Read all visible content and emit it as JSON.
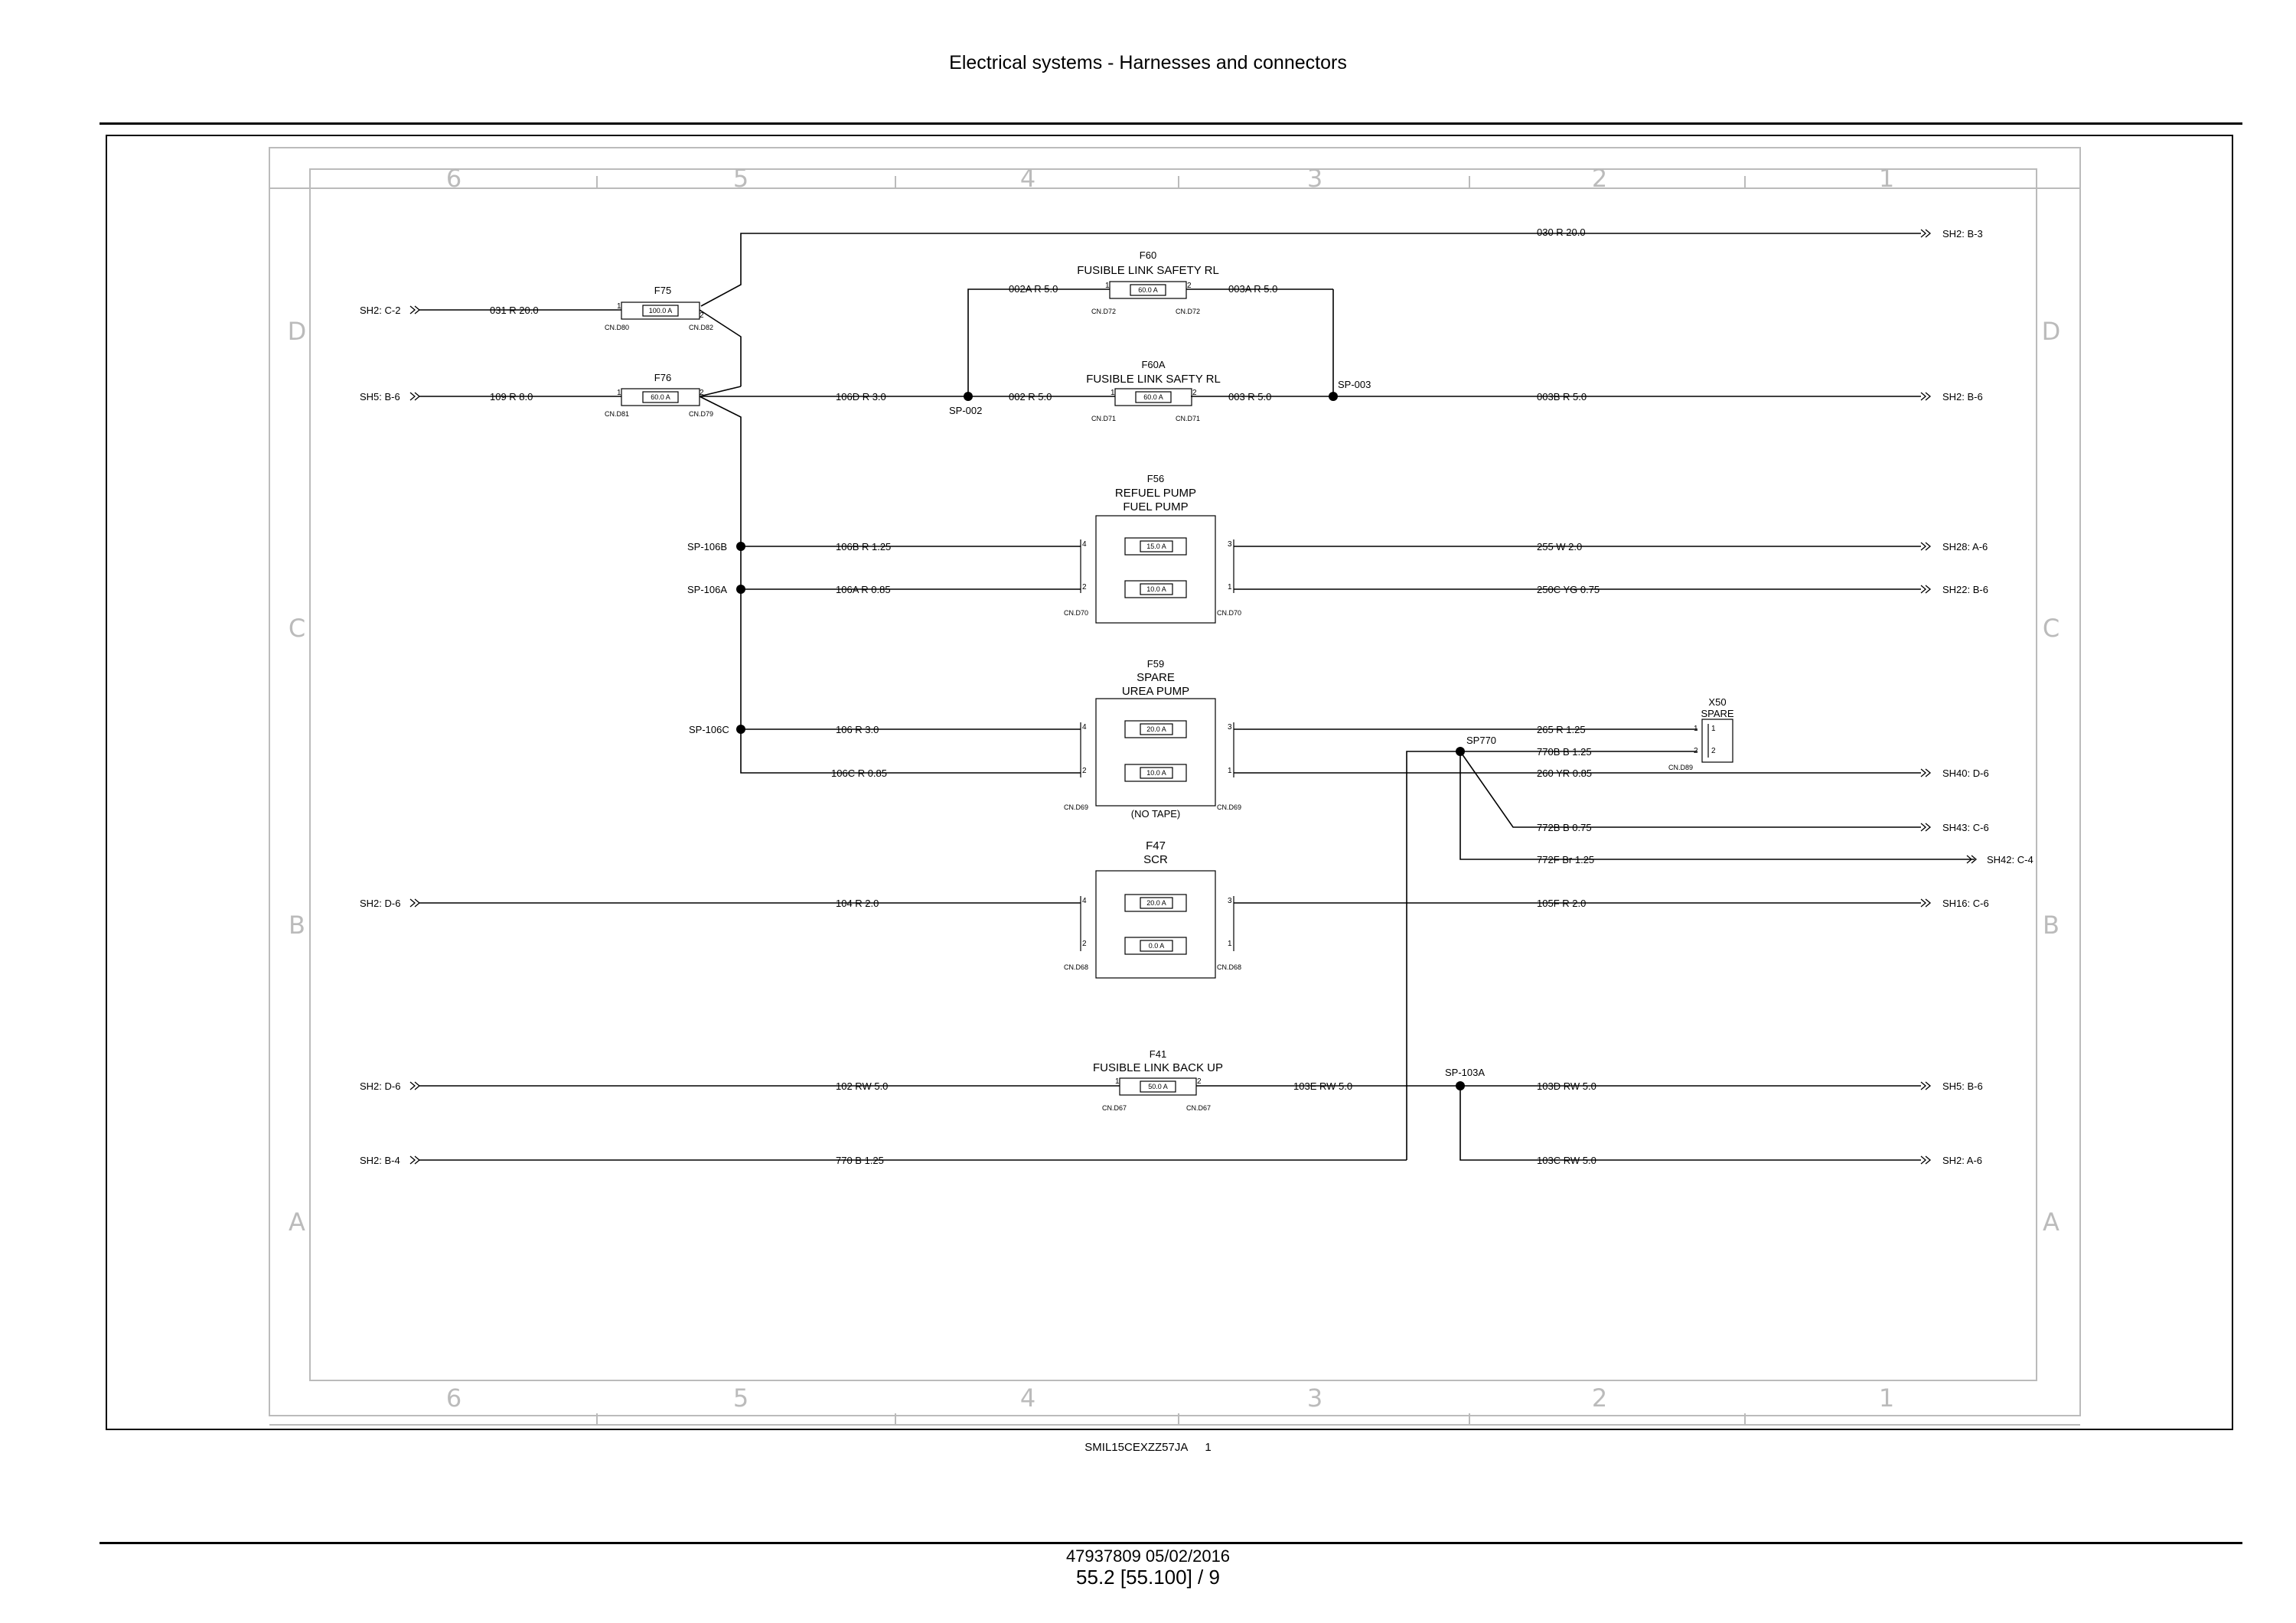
{
  "header": {
    "title": "Electrical systems - Harnesses and connectors"
  },
  "footer": {
    "sheet_code": "SMIL15CEXZZ57JA",
    "sheet_no": "1",
    "doc": "47937809 05/02/2016",
    "page": "55.2 [55.100] / 9"
  },
  "grid": {
    "cols": [
      "6",
      "5",
      "4",
      "3",
      "2",
      "1"
    ],
    "rows": [
      "D",
      "C",
      "B",
      "A"
    ]
  },
  "refs": {
    "sh2_c2": "SH2: C-2",
    "sh5_b6": "SH5: B-6",
    "sh2_b3": "SH2: B-3",
    "sh2_b6": "SH2: B-6",
    "sh28_a6": "SH28: A-6",
    "sh22_b6": "SH22: B-6",
    "sh40_d6": "SH40: D-6",
    "sh43_c6": "SH43: C-6",
    "sh42_c4": "SH42: C-4",
    "sh2_d6_a": "SH2: D-6",
    "sh16_c6": "SH16: C-6",
    "sh2_d6_b": "SH2: D-6",
    "sh5_b6_b": "SH5: B-6",
    "sh2_b4": "SH2: B-4",
    "sh2_a6": "SH2: A-6"
  },
  "wires": {
    "w030": "030  R  20.0",
    "w031": "031  R  20.0",
    "w109": "109  R  8.0",
    "w002a": "002A  R  5.0",
    "w003a": "003A  R  5.0",
    "w106d": "106D  R  3.0",
    "w002": "002  R  5.0",
    "w003": "003  R  5.0",
    "w003b": "003B  R  5.0",
    "w106b": "106B  R  1.25",
    "w255": "255  W  2.0",
    "w106a": "106A  R  0.85",
    "w250c": "250C  YG   0.75",
    "w106": "106  R  3.0",
    "w265": "265  R  1.25",
    "w770b": "770B  B  1.25",
    "w106c": "106C  R  0.85",
    "w260": "260  YR  0.85",
    "w772b": "772B  B  0.75",
    "w772f": "772F  Br  1.25",
    "w104": "104  R  2.0",
    "w105f": "105F  R   2.0",
    "w102": "102  RW  5.0",
    "w103e": "103E  RW  5.0",
    "w103d": "103D  RW  5.0",
    "w770": "770  B  1.25",
    "w103c": "103C  RW  5.0"
  },
  "splices": {
    "sp002": "SP-002",
    "sp003": "SP-003",
    "sp106b": "SP-106B",
    "sp106a": "SP-106A",
    "sp106c": "SP-106C",
    "sp770": "SP770",
    "sp103a": "SP-103A"
  },
  "fuses": {
    "f75": {
      "name": "F75",
      "rating": "100.0 A",
      "cn_left": "CN.D80",
      "cn_right": "CN.D82"
    },
    "f76": {
      "name": "F76",
      "rating": "60.0 A",
      "cn_left": "CN.D81",
      "cn_right": "CN.D79"
    },
    "f60": {
      "name": "F60",
      "desc": "FUSIBLE LINK  SAFETY RL",
      "rating": "60.0 A",
      "cn_left": "CN.D72",
      "cn_right": "CN.D72"
    },
    "f60a": {
      "name": "F60A",
      "desc": "FUSIBLE LINK  SAFTY RL",
      "rating": "60.0 A",
      "cn_left": "CN.D71",
      "cn_right": "CN.D71"
    },
    "f56": {
      "name": "F56",
      "desc1": "REFUEL PUMP",
      "desc2": "FUEL PUMP",
      "rating1": "15.0 A",
      "rating2": "10.0 A",
      "cn_left": "CN.D70",
      "cn_right": "CN.D70"
    },
    "f59": {
      "name": "F59",
      "desc1": "SPARE",
      "desc2": "UREA PUMP",
      "rating1": "20.0 A",
      "rating2": "10.0 A",
      "cn_left": "CN.D69",
      "cn_right": "CN.D69",
      "note": "(NO TAPE)"
    },
    "f47": {
      "name": "F47",
      "desc1": "SCR",
      "rating1": "20.0 A",
      "rating2": "0.0 A",
      "cn_left": "CN.D68",
      "cn_right": "CN.D68"
    },
    "f41": {
      "name": "F41",
      "desc": "FUSIBLE LINK BACK UP",
      "rating": "50.0 A",
      "cn_left": "CN.D67",
      "cn_right": "CN.D67"
    }
  },
  "x50": {
    "name": "X50",
    "desc": "SPARE",
    "cn": "CN.D89"
  },
  "pins": {
    "p1": "1",
    "p2": "2",
    "p3": "3",
    "p4": "4"
  }
}
